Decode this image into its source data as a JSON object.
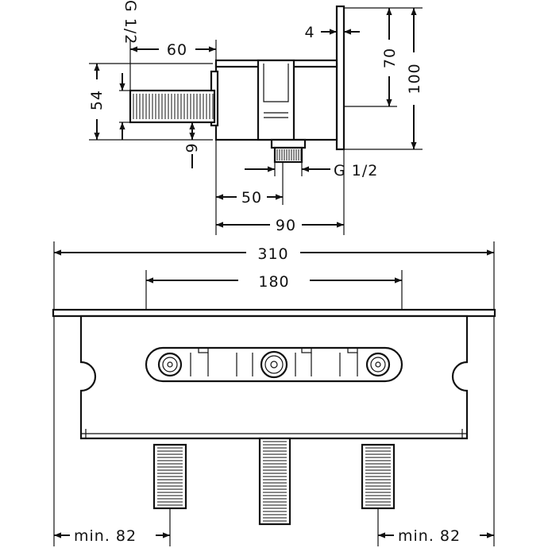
{
  "side_view": {
    "dims": {
      "pipe_thread_left": "G 1/2",
      "pipe_length": "60",
      "pipe_height": "54",
      "pipe_offset": "9",
      "plate_thickness": "4",
      "upper_height": "70",
      "total_height": "100",
      "outlet_thread": "G 1/2",
      "outlet_offset": "50",
      "total_depth": "90"
    }
  },
  "front_view": {
    "dims": {
      "total_width": "310",
      "valve_spacing": "180",
      "min_left": "min. 82",
      "min_right": "min. 82"
    }
  },
  "colors": {
    "line": "#111111",
    "background": "#ffffff"
  }
}
